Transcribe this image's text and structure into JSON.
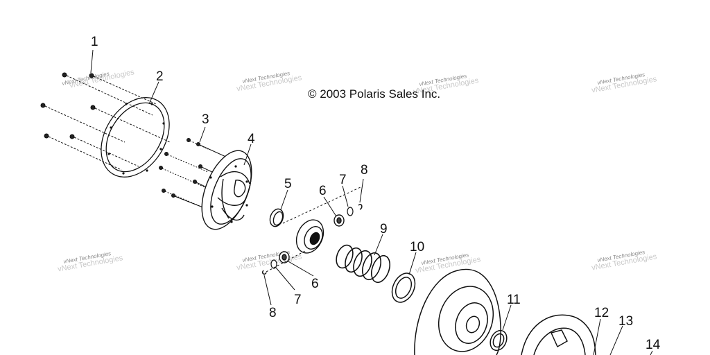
{
  "diagram": {
    "copyright": "© 2003 Polaris Sales Inc.",
    "watermark_text": "vNext Technologies",
    "callouts": [
      "1",
      "2",
      "3",
      "4",
      "5",
      "6",
      "7",
      "8",
      "9",
      "10",
      "11",
      "6",
      "7",
      "8",
      "12",
      "13",
      "14"
    ],
    "line_color": "#111111",
    "watermark_color": "#8a8a8a"
  }
}
